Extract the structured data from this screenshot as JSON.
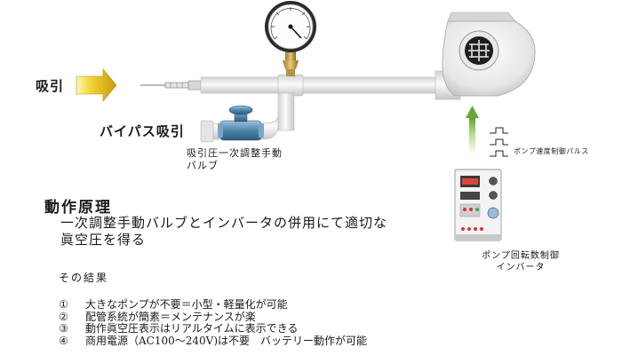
{
  "labels": {
    "suction": "吸引",
    "bypass_suction": "バイパス吸引",
    "valve_line1": "吸引圧一次調整手動",
    "valve_line2": "バルブ",
    "pulse": "ポンプ速度制御パルス",
    "inverter_line1": "ポンプ回転数制御",
    "inverter_line2": "インバータ"
  },
  "principle": {
    "heading": "動作原理",
    "description_line1": "一次調整手動バルブとインバータの併用にて適切な",
    "description_line2": "眞空圧を得る"
  },
  "results": {
    "title": "その結果",
    "items": [
      {
        "num": "①",
        "text": "大きなポンプが不要＝小型・軽量化が可能"
      },
      {
        "num": "②",
        "text": "配管系統が簡素＝メンテナンスが楽"
      },
      {
        "num": "③",
        "text": "動作眞空圧表示はリアルタイムに表示できる"
      },
      {
        "num": "④",
        "text": "商用電源（AC100～240V)は不要　バッテリー動作が可能"
      }
    ]
  },
  "icons": {
    "suction_arrow": "yellow-arrow-icon",
    "pressure_gauge": "pressure-gauge-icon",
    "blower": "blower-pump-icon",
    "manual_valve": "valve-icon",
    "pulse_signal": "pulse-signal-icon",
    "control_arrow": "green-arrow-icon",
    "inverter": "inverter-unit-icon"
  },
  "colors": {
    "arrow_yellow": "#e8c21a",
    "valve_blue": "#5b8fb3",
    "control_green": "#79b24a",
    "pipe": "#eeeeee"
  }
}
